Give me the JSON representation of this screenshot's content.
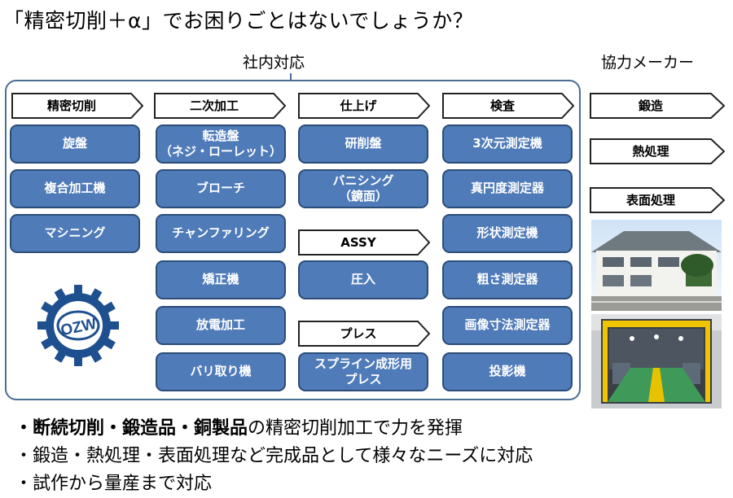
{
  "title": "「精密切削＋α」でお困りごとはないでしょうか？",
  "in_house_label": "社内対応",
  "partner_label": "協力メーカー",
  "columns": {
    "cutting": {
      "header": "精密切削",
      "items": [
        "旋盤",
        "複合加工機",
        "マシニング"
      ]
    },
    "secondary": {
      "header": "二次加工",
      "items": [
        "転造盤\n（ネジ・ローレット）",
        "ブローチ",
        "チャンファリング",
        "矯正機",
        "放電加工",
        "バリ取り機"
      ]
    },
    "finishing": {
      "header": "仕上げ",
      "items": [
        "研削盤",
        "バニシング\n（鏡面）"
      ]
    },
    "assy": {
      "header": "ASSY",
      "items": [
        "圧入"
      ]
    },
    "press": {
      "header": "プレス",
      "items": [
        "スプライン成形用\nプレス"
      ]
    },
    "inspection": {
      "header": "検査",
      "items": [
        "3次元測定機",
        "真円度測定器",
        "形状測定機",
        "粗さ測定器",
        "画像寸法測定器",
        "投影機"
      ]
    },
    "partners": [
      "鍛造",
      "熱処理",
      "表面処理"
    ]
  },
  "logo_text": "OZW",
  "bullets": [
    {
      "bold": "・断続切削・鍛造品・銅製品",
      "rest": "の精密切削加工で力を発揮"
    },
    {
      "bold": "",
      "rest": "・鍛造・熱処理・表面処理など完成品として様々なニーズに対応"
    },
    {
      "bold": "",
      "rest": "・試作から量産まで対応"
    }
  ],
  "colors": {
    "button_fill": "#4f7bb9",
    "button_border": "#2c4d78",
    "frame": "#4a6e96",
    "logo": "#1e4f8f"
  }
}
